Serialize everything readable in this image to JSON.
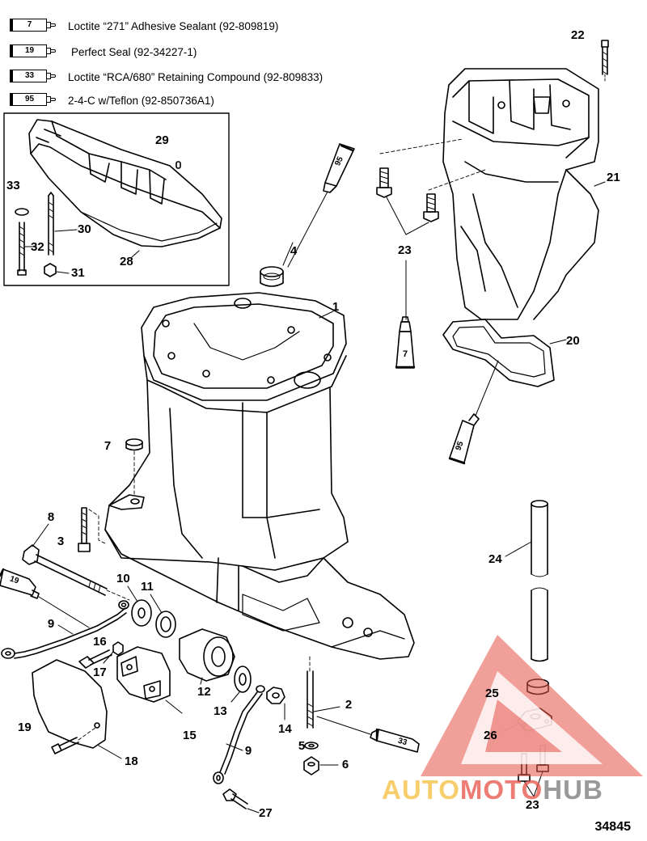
{
  "legend": [
    {
      "code": "7",
      "text": "Loctite “271” Adhesive Sealant (92-809819)"
    },
    {
      "code": "19",
      "text": "Perfect Seal (92-34227-1)"
    },
    {
      "code": "33",
      "text": "Loctite “RCA/680” Retaining Compound (92-809833)"
    },
    {
      "code": "95",
      "text": "2-4-C w/Teflon (92-850736A1)"
    }
  ],
  "callouts": {
    "c1": "1",
    "c2": "2",
    "c3": "3",
    "c4": "4",
    "c5": "5",
    "c6": "6",
    "c7": "7",
    "c8": "8",
    "c9a": "9",
    "c9b": "9",
    "c10": "10",
    "c11": "11",
    "c12": "12",
    "c13": "13",
    "c14": "14",
    "c15": "15",
    "c16": "16",
    "c17": "17",
    "c18": "18",
    "c19": "19",
    "c20": "20",
    "c21": "21",
    "c22": "22",
    "c23a": "23",
    "c23b": "23",
    "c24": "24",
    "c25": "25",
    "c26": "26",
    "c27": "27",
    "c28": "28",
    "c29": "29",
    "c30": "30",
    "c31": "31",
    "c32": "32",
    "c33": "33"
  },
  "tube_labels": {
    "t95a": "95",
    "t7": "7",
    "t95b": "95",
    "t19": "19",
    "t33": "33"
  },
  "figure_number": "34845",
  "watermark": {
    "part_a": "AUTO",
    "part_b": "MOTO",
    "part_c": "HUB",
    "colors": {
      "yellow": "#f5be3c",
      "red": "#e65046",
      "gray": "#787878"
    }
  }
}
